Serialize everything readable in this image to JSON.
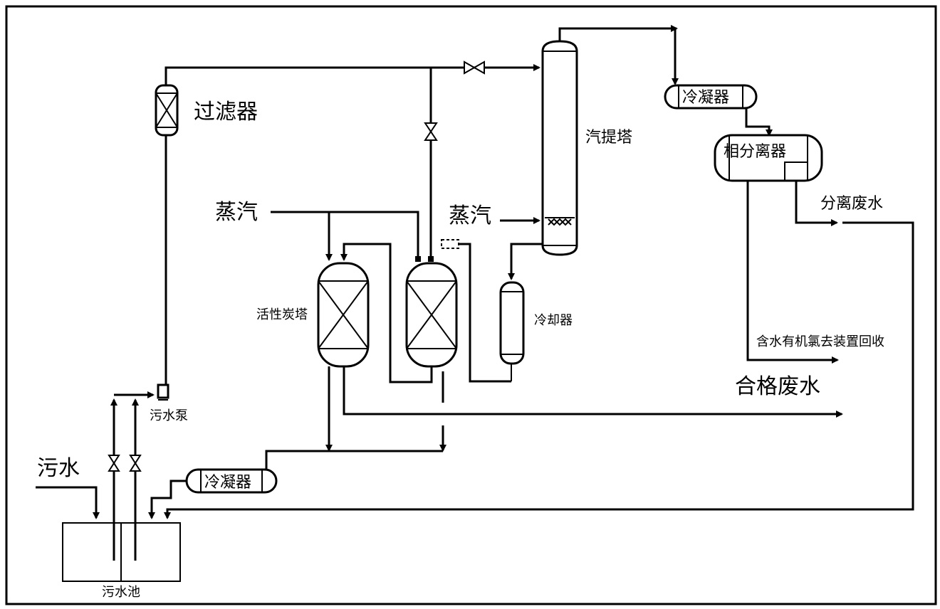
{
  "labels": {
    "filter": "过滤器",
    "steam_1": "蒸汽",
    "steam_2": "蒸汽",
    "stripper": "汽提塔",
    "condenser_top": "冷凝器",
    "phase_separator": "相分离器",
    "separated_water": "分离废水",
    "activated_carbon_tower": "活性炭塔",
    "cooler": "冷却器",
    "organic_chlorine_recovery": "含水有机氯去装置回收",
    "qualified_wastewater": "合格废水",
    "sewage_pump": "污水泵",
    "sewage": "污水",
    "condenser_bottom": "冷凝器",
    "sewage_pool": "污水池"
  },
  "colors": {
    "line": "#000000",
    "background": "#ffffff"
  }
}
